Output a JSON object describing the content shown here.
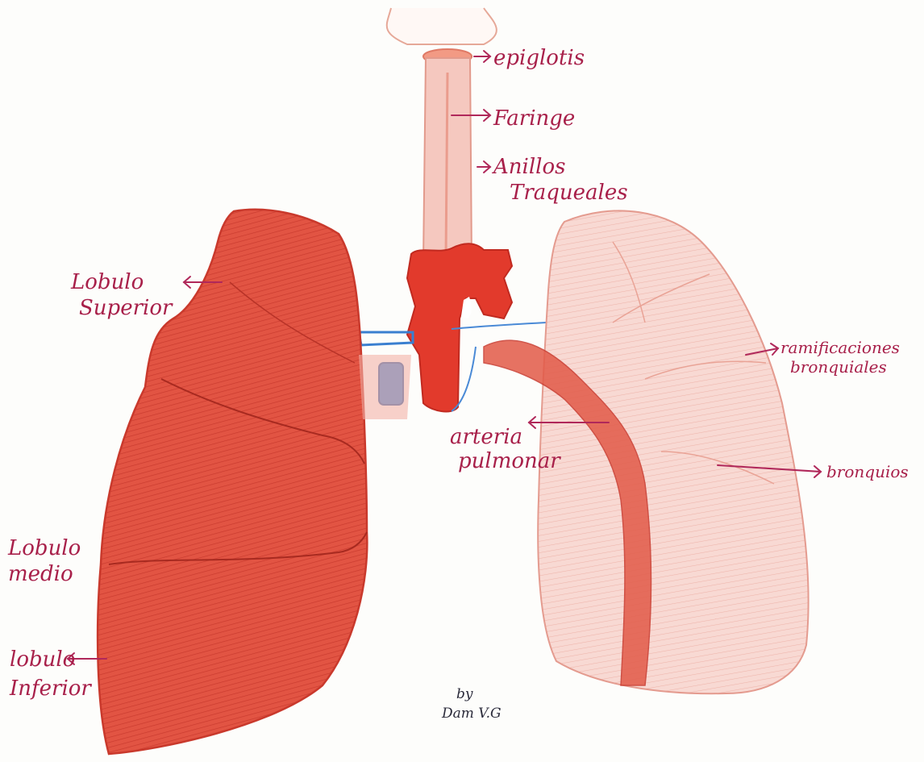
{
  "colors": {
    "right_lung": "#e0503f",
    "left_lung": "#f6cdc6",
    "trachea": "#f0b8ae",
    "vessel_red": "#e0392c",
    "vessel_blue": "#3a7fd0",
    "label": "#a8204a"
  },
  "labels": {
    "epiglotis": "epiglotis",
    "faringe": "Faringe",
    "anillos_1": "Anillos",
    "anillos_2": "Traqueales",
    "lobulo_superior_1": "Lobulo",
    "lobulo_superior_2": "Superior",
    "lobulo_medio_1": "Lobulo",
    "lobulo_medio_2": "medio",
    "lobulo_inferior_1": "lobulo",
    "lobulo_inferior_2": "Inferior",
    "arteria_1": "arteria",
    "arteria_2": "pulmonar",
    "ramificaciones_1": "ramificaciones",
    "ramificaciones_2": "bronquiales",
    "bronquios": "bronquios"
  },
  "signature": {
    "line1": "by",
    "line2": "Dam V.G"
  }
}
